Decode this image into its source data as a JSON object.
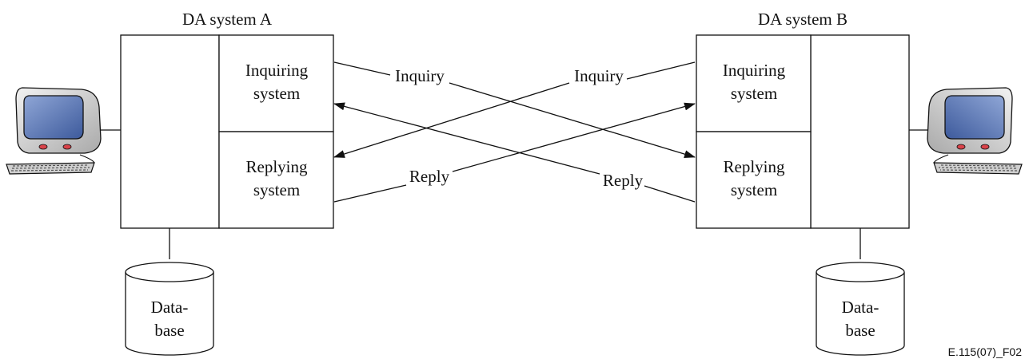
{
  "system_a": {
    "title": "DA system A",
    "inquiring_line1": "Inquiring",
    "inquiring_line2": "system",
    "replying_line1": "Replying",
    "replying_line2": "system",
    "database_line1": "Data-",
    "database_line2": "base"
  },
  "system_b": {
    "title": "DA system B",
    "inquiring_line1": "Inquiring",
    "inquiring_line2": "system",
    "replying_line1": "Replying",
    "replying_line2": "system",
    "database_line1": "Data-",
    "database_line2": "base"
  },
  "messages": {
    "inquiry_a_to_b": "Inquiry",
    "inquiry_b_to_a": "Inquiry",
    "reply_a_to_b": "Reply",
    "reply_b_to_a": "Reply"
  },
  "figure_ref": "E.115(07)_F02",
  "icons": {
    "terminal_a": "computer-terminal-icon",
    "terminal_b": "computer-terminal-icon",
    "database_a": "database-cylinder-icon",
    "database_b": "database-cylinder-icon"
  }
}
